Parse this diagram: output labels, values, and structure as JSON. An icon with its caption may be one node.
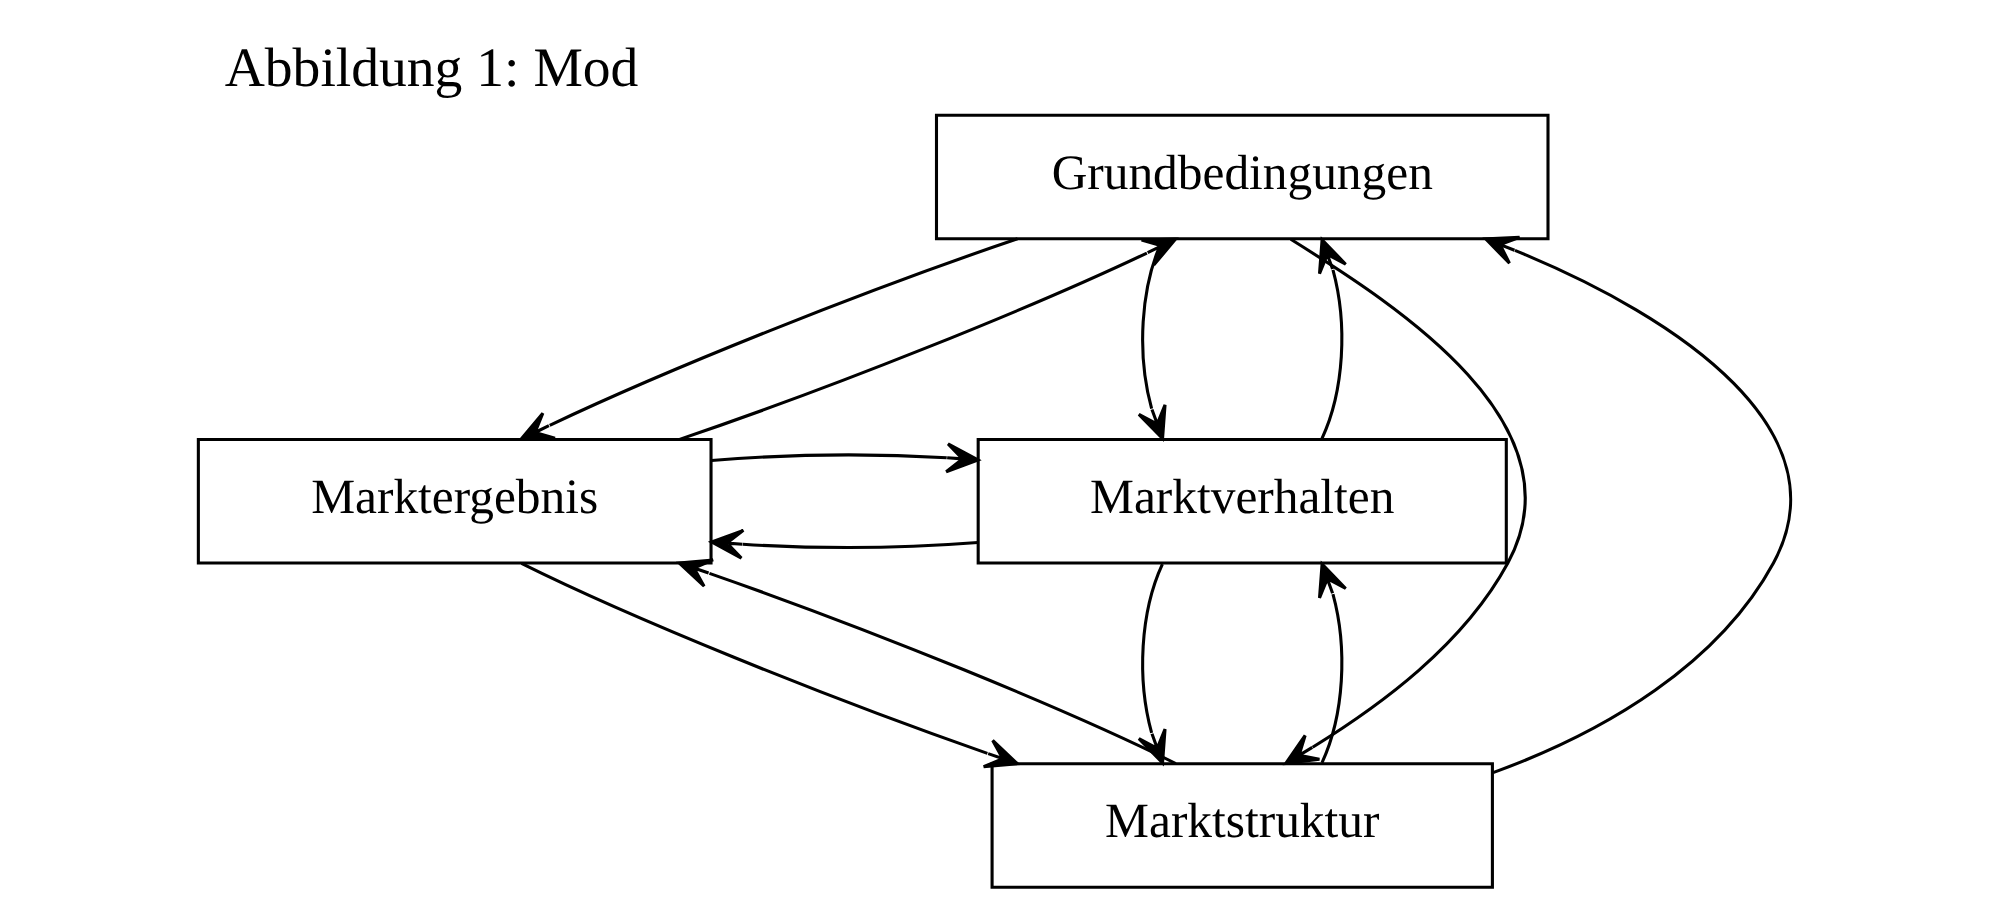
{
  "diagram": {
    "title": "Abbildung 1: Mod",
    "nodes": [
      {
        "text": [
          "Grundbedingungen"
        ]
      },
      {
        "text": [
          "Marktergebnis"
        ]
      },
      {
        "text": [
          "Marktverhalten"
        ]
      },
      {
        "text": [
          "Marktstruktur"
        ]
      }
    ],
    "edges": [
      {
        "from": 1,
        "to": 0,
        "arrow": "to"
      },
      {
        "from": 0,
        "to": 2,
        "arrow": "to"
      },
      {
        "from": 2,
        "to": 1,
        "arrow": "to"
      },
      {
        "from": 1,
        "to": 2,
        "arrow": "to"
      },
      {
        "from": 0,
        "to": 3,
        "arrow": "to"
      },
      {
        "from": 3,
        "to": 0,
        "arrow": "to"
      },
      {
        "from": 0,
        "to": 1,
        "arrow": "to"
      },
      {
        "from": 1,
        "to": 3,
        "arrow": "to"
      },
      {
        "from": 3,
        "to": 2,
        "arrow": "to"
      },
      {
        "from": 2,
        "to": 0,
        "arrow": "to"
      },
      {
        "from": 3,
        "to": 1,
        "arrow": "to"
      },
      {
        "from": 2,
        "to": 3,
        "arrow": "to"
      }
    ]
  }
}
